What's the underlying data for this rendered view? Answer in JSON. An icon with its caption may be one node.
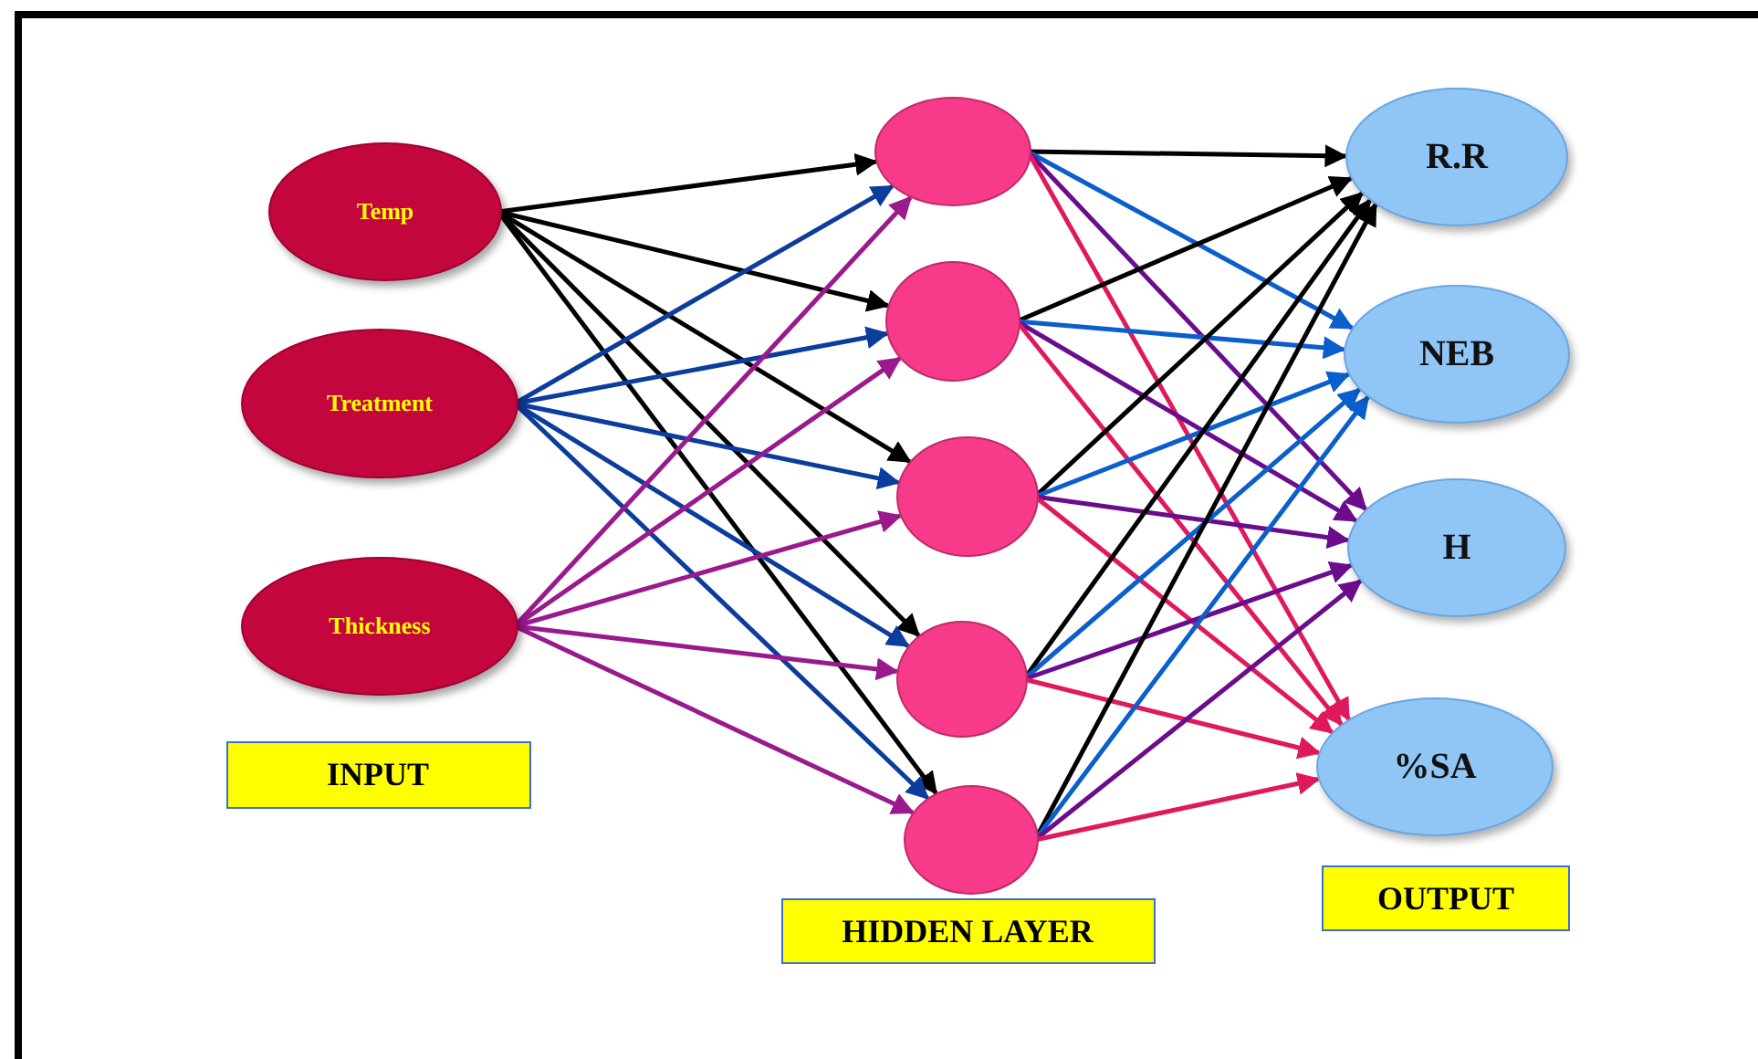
{
  "diagram": {
    "nodes": [
      {
        "text": [
          "Temp"
        ]
      },
      {
        "text": [
          "Treatment"
        ]
      },
      {
        "text": [
          "Thickness"
        ]
      },
      {
        "text": [
          "INPUT"
        ]
      },
      {
        "text": [],
        "shape": "circle"
      },
      {
        "text": [],
        "shape": "circle"
      },
      {
        "text": [],
        "shape": "circle"
      },
      {
        "text": [],
        "shape": "circle"
      },
      {
        "text": [],
        "shape": "circle"
      },
      {
        "text": [
          "HIDDEN LAYER"
        ]
      },
      {
        "text": [
          "R.R"
        ]
      },
      {
        "text": [
          "NEB"
        ]
      },
      {
        "text": [
          "H"
        ]
      },
      {
        "text": [
          "%SA"
        ]
      },
      {
        "text": [
          "OUTPUT"
        ]
      }
    ],
    "edges": [
      {
        "from": 0,
        "to": 4,
        "arrow": "to"
      },
      {
        "from": 0,
        "to": 5,
        "arrow": "to"
      },
      {
        "from": 0,
        "to": 6,
        "arrow": "to"
      },
      {
        "from": 0,
        "to": 7,
        "arrow": "to"
      },
      {
        "from": 0,
        "to": 8,
        "arrow": "to"
      },
      {
        "from": 1,
        "to": 4,
        "arrow": "to",
        "color": "#0c3c9c"
      },
      {
        "from": 1,
        "to": 5,
        "arrow": "to",
        "color": "#0c3c9c"
      },
      {
        "from": 1,
        "to": 6,
        "arrow": "to",
        "color": "#0c3c9c"
      },
      {
        "from": 1,
        "to": 7,
        "arrow": "to",
        "color": "#0c3c9c"
      },
      {
        "from": 1,
        "to": 8,
        "arrow": "to",
        "color": "#0c3c9c"
      },
      {
        "from": 2,
        "to": 4,
        "arrow": "to",
        "color": "#9a1a8e"
      },
      {
        "from": 2,
        "to": 5,
        "arrow": "to",
        "color": "#9a1a8e"
      },
      {
        "from": 2,
        "to": 6,
        "arrow": "to",
        "color": "#9a1a8e"
      },
      {
        "from": 2,
        "to": 7,
        "arrow": "to",
        "color": "#9a1a8e"
      },
      {
        "from": 2,
        "to": 8,
        "arrow": "to",
        "color": "#9a1a8e"
      },
      {
        "from": 4,
        "to": 10,
        "arrow": "to"
      },
      {
        "from": 4,
        "to": 11,
        "arrow": "to",
        "color": "#0a5fcc"
      },
      {
        "from": 4,
        "to": 12,
        "arrow": "to",
        "color": "#6a0c8c"
      },
      {
        "from": 4,
        "to": 13,
        "arrow": "to",
        "color": "#e0185c"
      },
      {
        "from": 5,
        "to": 10,
        "arrow": "to"
      },
      {
        "from": 5,
        "to": 11,
        "arrow": "to",
        "color": "#0a5fcc"
      },
      {
        "from": 5,
        "to": 12,
        "arrow": "to",
        "color": "#6a0c8c"
      },
      {
        "from": 5,
        "to": 13,
        "arrow": "to",
        "color": "#e0185c"
      },
      {
        "from": 6,
        "to": 10,
        "arrow": "to"
      },
      {
        "from": 6,
        "to": 11,
        "arrow": "to",
        "color": "#0a5fcc"
      },
      {
        "from": 6,
        "to": 12,
        "arrow": "to",
        "color": "#6a0c8c"
      },
      {
        "from": 6,
        "to": 13,
        "arrow": "to",
        "color": "#e0185c"
      },
      {
        "from": 7,
        "to": 10,
        "arrow": "to"
      },
      {
        "from": 7,
        "to": 11,
        "arrow": "to",
        "color": "#0a5fcc"
      },
      {
        "from": 7,
        "to": 12,
        "arrow": "to",
        "color": "#6a0c8c"
      },
      {
        "from": 7,
        "to": 13,
        "arrow": "to",
        "color": "#e0185c"
      },
      {
        "from": 8,
        "to": 10,
        "arrow": "to"
      },
      {
        "from": 8,
        "to": 11,
        "arrow": "to",
        "color": "#0a5fcc"
      },
      {
        "from": 8,
        "to": 12,
        "arrow": "to",
        "color": "#6a0c8c"
      },
      {
        "from": 8,
        "to": 13,
        "arrow": "to",
        "color": "#e0185c"
      }
    ]
  }
}
